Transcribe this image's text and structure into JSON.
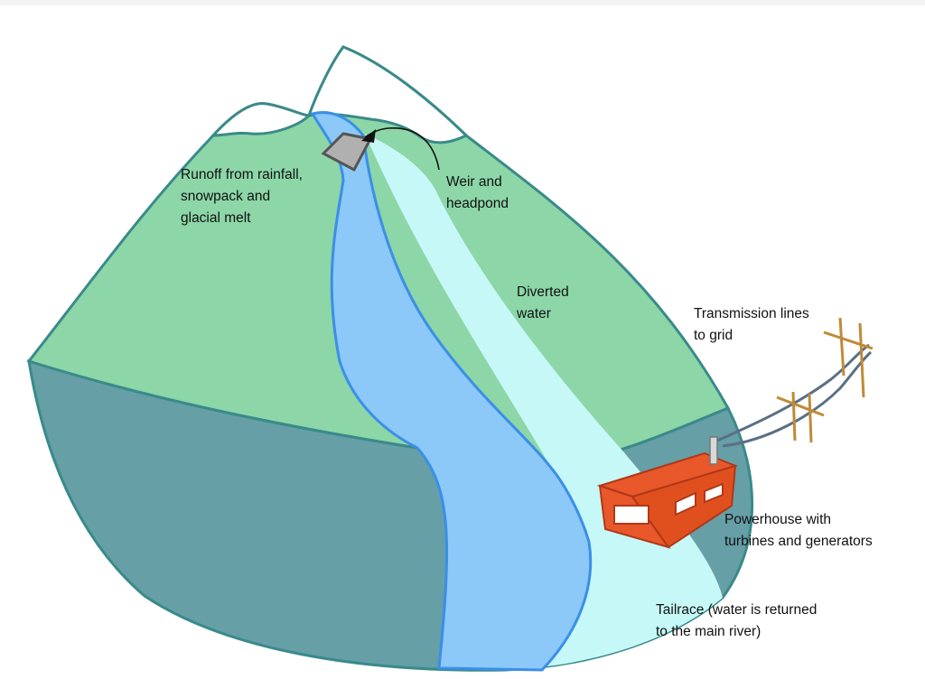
{
  "labels": {
    "runoff": [
      "Runoff from rainfall,",
      "snowpack and",
      "glacial melt"
    ],
    "weir": [
      "Weir and",
      "headpond"
    ],
    "diverted": [
      "Diverted",
      "water"
    ],
    "transmission": [
      "Transmission lines",
      "to grid"
    ],
    "powerhouse": [
      "Powerhouse with",
      "turbines and generators"
    ],
    "tailrace": [
      "Tailrace (water is returned",
      "to the main river)"
    ]
  },
  "colors": {
    "hillside_green": "#8cd6a7",
    "cliff_teal": "#669fa6",
    "outline_teal": "#3a8a8a",
    "river_blue": "#8cc8f8",
    "river_edge": "#3a8fe8",
    "diverted_cyan": "#c6f8f8",
    "powerhouse_orange": "#e8582a",
    "pole_brown": "#c08a38",
    "wire_slate": "#5a6f86"
  }
}
